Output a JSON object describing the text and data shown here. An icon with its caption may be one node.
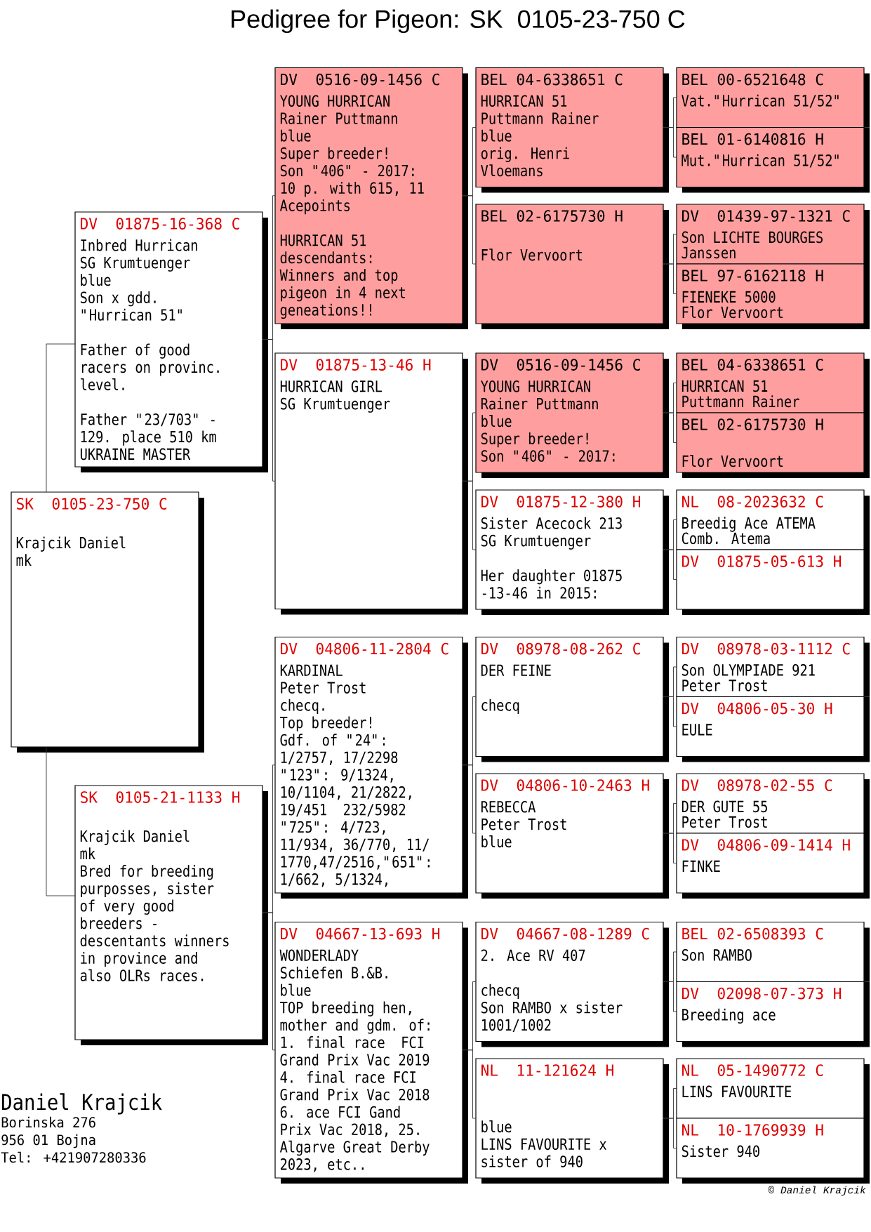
{
  "diagram": {
    "title": "Pedigree for Pigeon: SK  0105-23-750 C",
    "nodes": [
      {
        "text": [
          "SK  0105-23-750 C",
          "Krajcik Daniel",
          "mk"
        ]
      },
      {
        "text": [
          "DV  01875-16-368 C",
          "Inbred Hurrican",
          "SG Krumtuenger",
          "blue",
          "Son x gdd. \"Hurrican 51\"",
          "Father of good racers on provinc. level.",
          "Father \"23/703\" - 129. place 510 km UKRAINE MASTER"
        ]
      },
      {
        "text": [
          "SK  0105-21-1133 H",
          "Krajcik Daniel",
          "mk",
          "Bred for breeding purposses, sister of very good breeders - descentants winners in province and also OLRs races."
        ]
      },
      {
        "text": [
          "DV  0516-09-1456 C",
          "YOUNG HURRICAN",
          "Rainer Puttmann",
          "blue",
          "Super breeder!",
          "Son \"406\" - 2017: 10 p. with 615, 11 Acepoints",
          "HURRICAN 51 descendants: Winners and top pigeon in 4 next geneations!!"
        ]
      },
      {
        "text": [
          "DV  01875-13-46 H",
          "HURRICAN GIRL",
          "SG Krumtuenger"
        ]
      },
      {
        "text": [
          "DV  04806-11-2804 C",
          "KARDINAL",
          "Peter Trost",
          "checq.",
          "Top breeder!",
          "Gdf. of \"24\": 1/2757, 17/2298 \"123\": 9/1324, 10/1104, 21/2822, 19/451  232/5982 \"725\": 4/723, 11/934, 36/770, 11/ 1770,47/2516,\"651\": 1/662, 5/1324,"
        ]
      },
      {
        "text": [
          "DV  04667-13-693 H",
          "WONDERLADY",
          "Schiefen B.&B.",
          "blue",
          "TOP breeding hen, mother and gdm. of: 1. final race  FCI Grand Prix Vac 2019 4. final race FCI Grand Prix Vac 2018 6. ace FCI Gand Prix Vac 2018, 25. Algarve Great Derby 2023, etc.."
        ]
      },
      {
        "text": [
          "BEL 04-6338651 C",
          "HURRICAN 51",
          "Puttmann Rainer",
          "blue",
          "orig. Henri Vloemans"
        ]
      },
      {
        "text": [
          "BEL 02-6175730 H",
          "Flor Vervoort"
        ]
      },
      {
        "text": [
          "DV  0516-09-1456 C",
          "YOUNG HURRICAN",
          "Rainer Puttmann",
          "blue",
          "Super breeder!",
          "Son \"406\" - 2017:"
        ]
      },
      {
        "text": [
          "DV  01875-12-380 H",
          "Sister Acecock 213",
          "SG Krumtuenger",
          "Her daughter 01875 -13-46 in 2015:"
        ]
      },
      {
        "text": [
          "DV  08978-08-262 C",
          "DER FEINE",
          "checq"
        ]
      },
      {
        "text": [
          "DV  04806-10-2463 H",
          "REBECCA",
          "Peter Trost",
          "blue"
        ]
      },
      {
        "text": [
          "DV  04667-08-1289 C",
          "2. Ace RV 407",
          "checq",
          "Son RAMBO x sister 1001/1002"
        ]
      },
      {
        "text": [
          "NL  11-121624 H",
          "blue",
          "LINS FAVOURITE x sister of 940"
        ]
      },
      {
        "text": [
          "BEL 00-6521648 C",
          "Vat.\"Hurrican 51/52\""
        ]
      },
      {
        "text": [
          "BEL 01-6140816 H",
          "Mut.\"Hurrican 51/52\""
        ]
      },
      {
        "text": [
          "DV  01439-97-1321 C",
          "Son LICHTE BOURGES",
          "Janssen"
        ]
      },
      {
        "text": [
          "BEL 97-6162118 H",
          "FIENEKE 5000",
          "Flor Vervoort"
        ]
      },
      {
        "text": [
          "BEL 04-6338651 C",
          "HURRICAN 51",
          "Puttmann Rainer"
        ]
      },
      {
        "text": [
          "BEL 02-6175730 H",
          "Flor Vervoort"
        ]
      },
      {
        "text": [
          "NL  08-2023632 C",
          "Breedig Ace ATEMA",
          "Comb. Atema"
        ]
      },
      {
        "text": [
          "DV  01875-05-613 H"
        ]
      },
      {
        "text": [
          "DV  08978-03-1112 C",
          "Son OLYMPIADE 921",
          "Peter Trost"
        ]
      },
      {
        "text": [
          "DV  04806-05-30 H",
          "EULE"
        ]
      },
      {
        "text": [
          "DV  08978-02-55 C",
          "DER GUTE 55",
          "Peter Trost"
        ]
      },
      {
        "text": [
          "DV  04806-09-1414 H",
          "FINKE"
        ]
      },
      {
        "text": [
          "BEL 02-6508393 C",
          "Son RAMBO"
        ]
      },
      {
        "text": [
          "DV  02098-07-373 H",
          "Breeding ace"
        ]
      },
      {
        "text": [
          "NL  05-1490772 C",
          "LINS FAVOURITE"
        ]
      },
      {
        "text": [
          "NL  10-1769939 H",
          "Sister 940"
        ]
      }
    ],
    "edges": [
      {
        "from": 0,
        "to": 1,
        "arrow": "none"
      },
      {
        "from": 0,
        "to": 2,
        "arrow": "none"
      },
      {
        "from": 1,
        "to": 3,
        "arrow": "none"
      },
      {
        "from": 1,
        "to": 4,
        "arrow": "none"
      },
      {
        "from": 2,
        "to": 5,
        "arrow": "none"
      },
      {
        "from": 2,
        "to": 6,
        "arrow": "none"
      },
      {
        "from": 3,
        "to": 7,
        "arrow": "none"
      },
      {
        "from": 3,
        "to": 8,
        "arrow": "none"
      },
      {
        "from": 4,
        "to": 9,
        "arrow": "none"
      },
      {
        "from": 4,
        "to": 10,
        "arrow": "none"
      },
      {
        "from": 5,
        "to": 11,
        "arrow": "none"
      },
      {
        "from": 5,
        "to": 12,
        "arrow": "none"
      },
      {
        "from": 6,
        "to": 13,
        "arrow": "none"
      },
      {
        "from": 6,
        "to": 14,
        "arrow": "none"
      },
      {
        "from": 7,
        "to": 15,
        "arrow": "none"
      },
      {
        "from": 7,
        "to": 16,
        "arrow": "none"
      },
      {
        "from": 8,
        "to": 17,
        "arrow": "none"
      },
      {
        "from": 8,
        "to": 18,
        "arrow": "none"
      },
      {
        "from": 9,
        "to": 19,
        "arrow": "none"
      },
      {
        "from": 9,
        "to": 20,
        "arrow": "none"
      },
      {
        "from": 10,
        "to": 21,
        "arrow": "none"
      },
      {
        "from": 10,
        "to": 22,
        "arrow": "none"
      },
      {
        "from": 11,
        "to": 23,
        "arrow": "none"
      },
      {
        "from": 11,
        "to": 24,
        "arrow": "none"
      },
      {
        "from": 12,
        "to": 25,
        "arrow": "none"
      },
      {
        "from": 12,
        "to": 26,
        "arrow": "none"
      },
      {
        "from": 13,
        "to": 27,
        "arrow": "none"
      },
      {
        "from": 13,
        "to": 28,
        "arrow": "none"
      },
      {
        "from": 14,
        "to": 29,
        "arrow": "none"
      },
      {
        "from": 14,
        "to": 30,
        "arrow": "none"
      }
    ],
    "labels": [
      "Daniel Krajcik",
      "Borinska 276",
      "956 01 Bojna",
      "Tel: +421907280336",
      "© Daniel Krajcik"
    ]
  }
}
